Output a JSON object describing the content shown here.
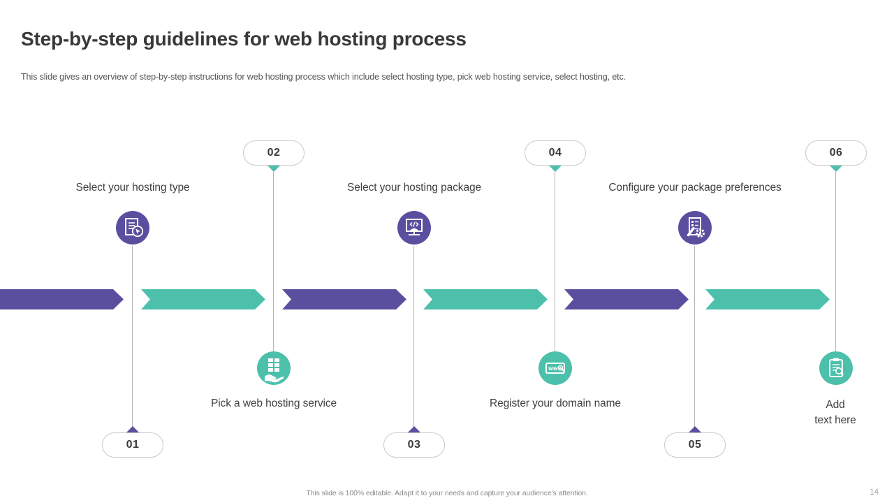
{
  "title": "Step-by-step guidelines for web hosting process",
  "subtitle": "This slide gives an overview of step-by-step instructions for web hosting process which include select hosting type, pick web hosting service, select hosting, etc.",
  "colors": {
    "purple": "#5a4f9f",
    "teal": "#4cc0ab",
    "pill_border": "#c9c9c9",
    "connector_line": "#b7b4ba"
  },
  "steps": [
    {
      "number": "01",
      "label": "Select your hosting type",
      "icon": "document-click-icon",
      "color": "purple"
    },
    {
      "number": "02",
      "label": "Pick a web hosting service",
      "icon": "hand-server-icon",
      "color": "teal"
    },
    {
      "number": "03",
      "label": "Select your hosting package",
      "icon": "monitor-code-icon",
      "color": "purple"
    },
    {
      "number": "04",
      "label": "Register your domain name",
      "icon": "domain-search-icon",
      "color": "teal"
    },
    {
      "number": "05",
      "label": "Configure your package preferences",
      "icon": "checklist-gear-icon",
      "color": "purple"
    },
    {
      "number": "06",
      "label": "Add\ntext here",
      "icon": "clipboard-search-icon",
      "color": "teal"
    }
  ],
  "footer": {
    "note": "This slide is 100% editable. Adapt it to your needs and capture your audience's attention.",
    "page_number": "14"
  }
}
